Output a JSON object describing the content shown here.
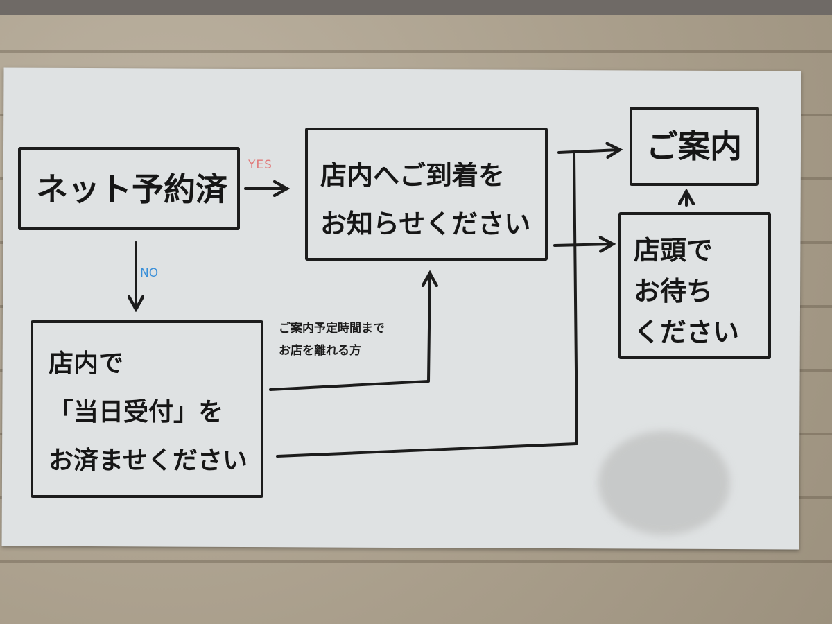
{
  "flowchart": {
    "boxes": {
      "reserved": "ネット予約済",
      "arrival_line1": "店内へご到着を",
      "arrival_line2": "お知らせください",
      "guide": "ご案内",
      "wait_line1": "店頭で",
      "wait_line2": "お待ち",
      "wait_line3": "ください",
      "checkin_line1": "店内で",
      "checkin_line2": "「当日受付」を",
      "checkin_line3": "お済ませください"
    },
    "labels": {
      "yes": "YES",
      "no": "NO",
      "away_line1": "ご案内予定時間まで",
      "away_line2": "お店を離れる方"
    }
  },
  "colors": {
    "ink": "#1c1c1c",
    "yes_label": "#e07a7a",
    "no_label": "#3a8fd8",
    "paper": "#dfe2e3"
  }
}
